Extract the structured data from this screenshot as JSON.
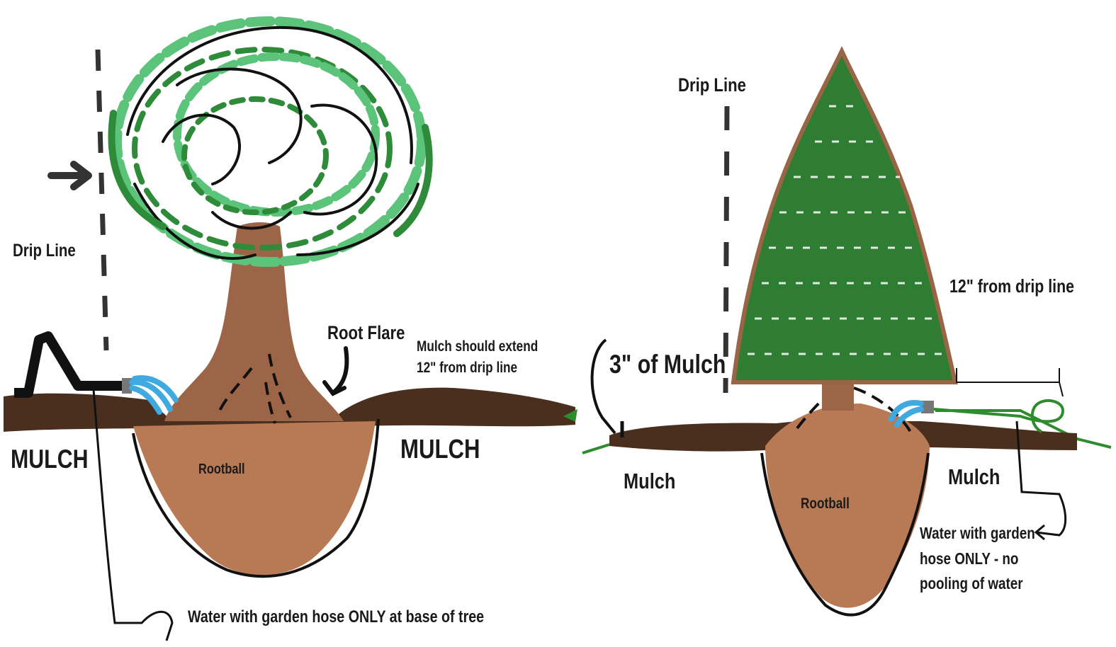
{
  "colors": {
    "soil": "#4a2e1e",
    "rootball": "#b87a55",
    "trunk": "#9c6548",
    "canopy_light": "#5bc47a",
    "canopy_dark": "#2e8b3a",
    "conifer": "#2f7d32",
    "conifer_outline": "#9a6446",
    "water": "#3fa9e0",
    "outline": "#111111",
    "grass": "#2e8b2e"
  },
  "left_diagram": {
    "drip_line_label": "Drip Line",
    "root_flare_label": "Root Flare",
    "mulch_extend_label": "Mulch should extend\n12\" from drip line",
    "mulch_left_label": "MULCH",
    "mulch_right_label": "MULCH",
    "rootball_label": "Rootball",
    "water_label": "Water with garden hose ONLY at base of tree"
  },
  "right_diagram": {
    "drip_line_label": "Drip Line",
    "from_drip_label": "12\" from drip line",
    "mulch_depth_label": "3\" of Mulch",
    "mulch_left_label": "Mulch",
    "mulch_right_label": "Mulch",
    "rootball_label": "Rootball",
    "water_label": "Water with garden\nhose ONLY - no\npooling of water"
  }
}
